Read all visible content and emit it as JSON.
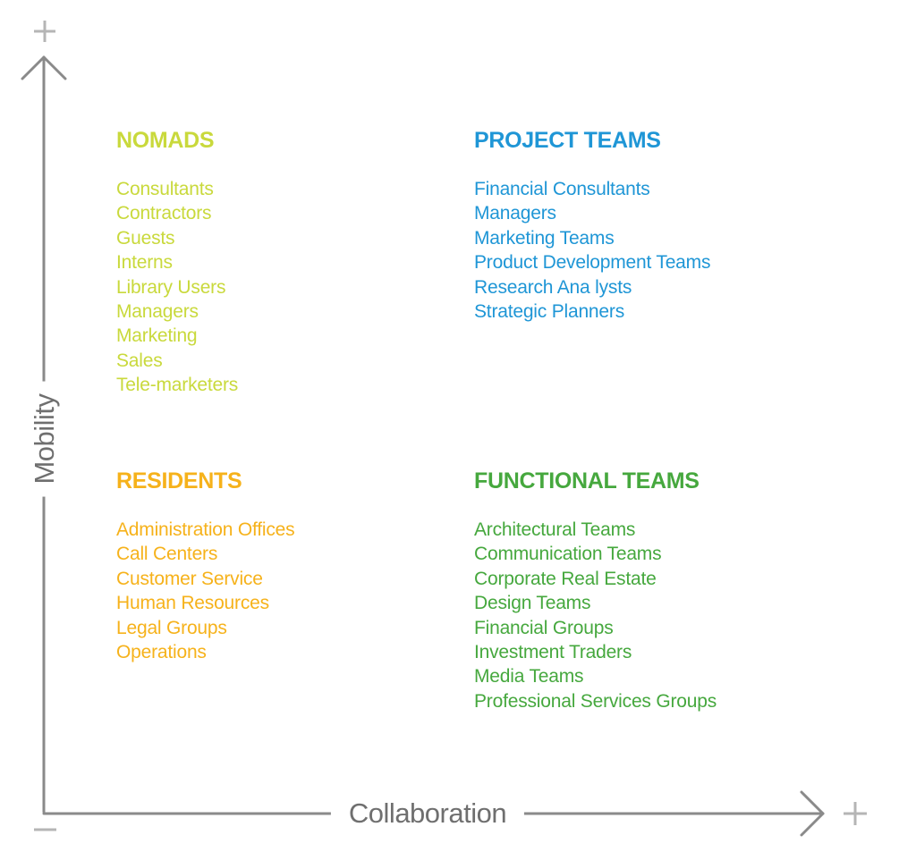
{
  "axes": {
    "y_label": "Mobility",
    "x_label": "Collaboration",
    "plus_symbol": "+",
    "minus_symbol": "−",
    "color": "#8a8a8a"
  },
  "quadrants": {
    "nomads": {
      "title": "NOMADS",
      "color": "#c9d93c",
      "items": [
        "Consultants",
        "Contractors",
        "Guests",
        "Interns",
        "Library Users",
        "Managers",
        "Marketing",
        "Sales",
        "Tele-marketers"
      ]
    },
    "project_teams": {
      "title": "PROJECT TEAMS",
      "color": "#1f96d6",
      "items": [
        "Financial Consultants",
        "Managers",
        "Marketing Teams",
        "Product Development Teams",
        "Research Ana lysts",
        "Strategic Planners"
      ]
    },
    "residents": {
      "title": "RESIDENTS",
      "color": "#f6b21b",
      "items": [
        "Administration Offices",
        "Call Centers",
        "Customer Service",
        "Human Resources",
        "Legal Groups",
        "Operations"
      ]
    },
    "functional_teams": {
      "title": "FUNCTIONAL TEAMS",
      "color": "#46a83e",
      "items": [
        "Architectural Teams",
        "Communication Teams",
        "Corporate Real Estate",
        "Design Teams",
        "Financial Groups",
        "Investment Traders",
        "Media Teams",
        "Professional Services Groups"
      ]
    }
  }
}
